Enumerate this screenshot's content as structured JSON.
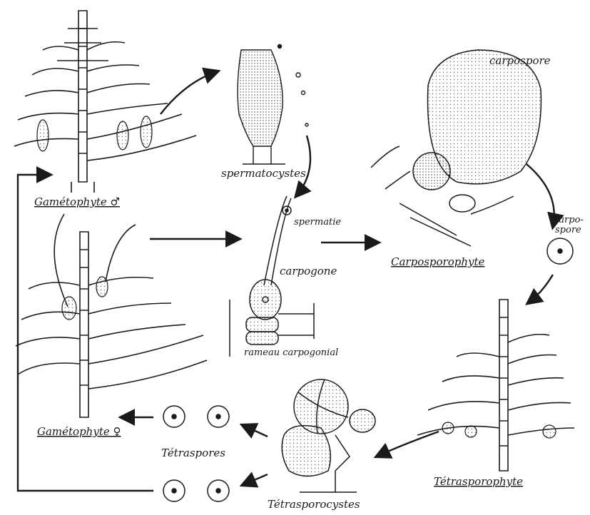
{
  "labels": {
    "gametophyte_male": "Gamétophyte ♂",
    "spermatocystes": "spermatocystes",
    "carpospore_top": "carpospore",
    "spermatie": "spermatie",
    "carpo_spore_line1": "carpo-",
    "carpo_spore_line2": "spore",
    "carposporophyte": "Carposporophyte",
    "carpogone": "carpogone",
    "rameau_carpogonial": "rameau carpogonial",
    "gametophyte_female": "Gamétophyte ♀",
    "tetraspores": "Tétraspores",
    "tetrasporocystes": "Tétrasporocystes",
    "tetrasporophyte": "Tétrasporophyte"
  },
  "colors": {
    "ink": "#1a1a1a",
    "paper": "#ffffff",
    "stipple": "#8a8a8a"
  }
}
